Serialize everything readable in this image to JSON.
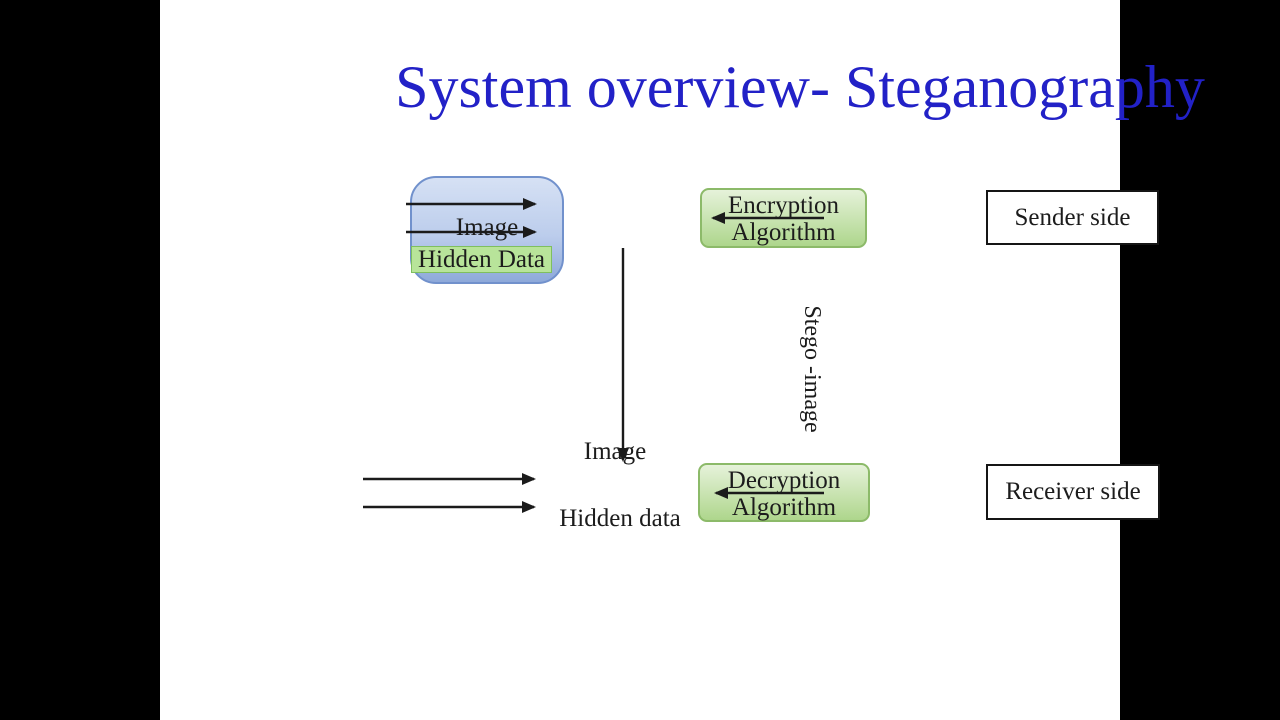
{
  "title": {
    "text": "System overview- Steganography"
  },
  "colors": {
    "title": "#2221c7",
    "blue_box_top": "#d6e1f4",
    "blue_box_bottom": "#8ea9da",
    "blue_box_border": "#7191cc",
    "green_box_top": "#e6f2da",
    "green_box_bottom": "#aed68c",
    "green_box_border": "#8cba69",
    "chip_bg": "#b8e49a",
    "chip_border": "#7fbf5e",
    "box_text": "#1c1c1c",
    "arrow": "#1b1b1b",
    "side_box_border": "#151515"
  },
  "diagram": {
    "input_box": {
      "title": "Image",
      "chip": "Hidden Data"
    },
    "encryption_box": {
      "line1": "Encryption",
      "line2": "Algorithm"
    },
    "decryption_box": {
      "line1": "Decryption",
      "line2": "Algorithm"
    },
    "sender_box": {
      "label": "Sender side"
    },
    "receiver_box": {
      "label": "Receiver side"
    },
    "stego_arrow_label": "Stego -image",
    "decryption_inputs": {
      "image_label": "Image",
      "hidden_data_label": "Hidden data"
    }
  }
}
